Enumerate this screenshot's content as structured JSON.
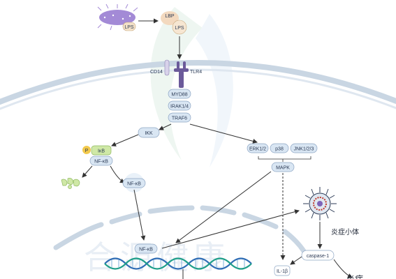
{
  "labels": {
    "lps1": "LPS",
    "lbp": "LBP",
    "lps2": "LPS",
    "cd14": "CD14",
    "tlr4": "TLR4",
    "myd88": "MYD88",
    "irak": "IRAK1/4",
    "traf6": "TRAF6",
    "ikk": "IKK",
    "p": "P",
    "ikb": "IκB",
    "nfkb1": "NF-κB",
    "nfkb2": "NF-κB",
    "nfkb3": "NF-κB",
    "erk": "ERK1/2",
    "p38": "p38",
    "jnk": "JNK1/2/3",
    "mapk": "MAPK",
    "inflammasome": "炎症小体",
    "caspase": "caspase-1",
    "il1b": "IL-1β",
    "inflammation": "炎症"
  },
  "watermark": "合源健康",
  "colors": {
    "membrane": "#c9d6e3",
    "box_fill": "#d9e6f3",
    "box_stroke": "#8ea6c4",
    "arrow": "#333333",
    "bacterium": "#a38ad6",
    "lbp": "#f3d9bf",
    "tlr4": "#6b5a9a",
    "ikb": "#cfe8a6",
    "phospho": "#f2c94c",
    "dna_a": "#2f6db5",
    "dna_b": "#1f9e8a"
  },
  "icons": [
    "bacterium-icon",
    "tlr4-receptor-icon",
    "degraded-ikb-icon",
    "inflammasome-icon",
    "dna-helix-icon"
  ]
}
